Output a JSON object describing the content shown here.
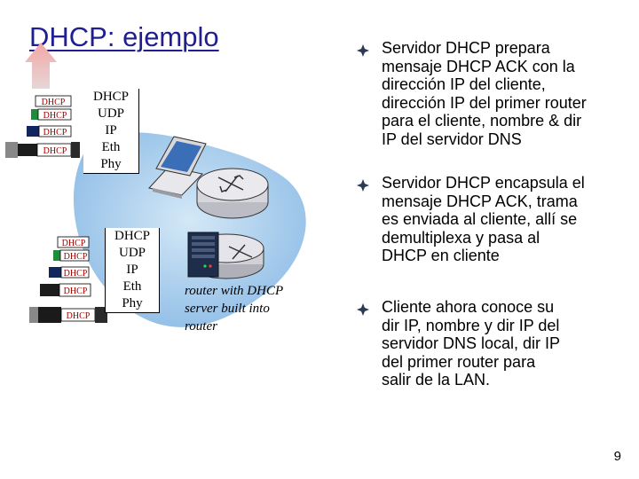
{
  "slide": {
    "title": "DHCP: ejemplo",
    "page_number": "9"
  },
  "diagram": {
    "client_stack_layers": [
      "DHCP",
      "UDP",
      "IP",
      "Eth",
      "Phy"
    ],
    "server_stack_layers": [
      "DHCP",
      "UDP",
      "IP",
      "Eth",
      "Phy"
    ],
    "packet_label": "DHCP",
    "router_caption_lines": [
      "router with DHCP",
      "server built into",
      "router"
    ],
    "icons": [
      "laptop-icon",
      "router-icon",
      "server-tower-icon",
      "packet-up-arrow-icon"
    ]
  },
  "bullets": [
    {
      "lines": [
        "Servidor DHCP prepara",
        "mensaje DHCP ACK con la",
        "dirección IP del cliente,",
        "dirección IP del primer router",
        "para el cliente, nombre & dir",
        "IP del servidor DNS"
      ]
    },
    {
      "lines": [
        "Servidor DHCP encapsula el",
        "mensaje DHCP  ACK, trama",
        "es enviada al cliente, allí se",
        "demultiplexa y pasa al",
        "DHCP en cliente"
      ]
    },
    {
      "lines": [
        "Cliente ahora conoce su",
        "dir IP, nombre y dir IP del",
        "servidor DNS local, dir IP",
        "del primer router para",
        "salir de la LAN."
      ]
    }
  ]
}
